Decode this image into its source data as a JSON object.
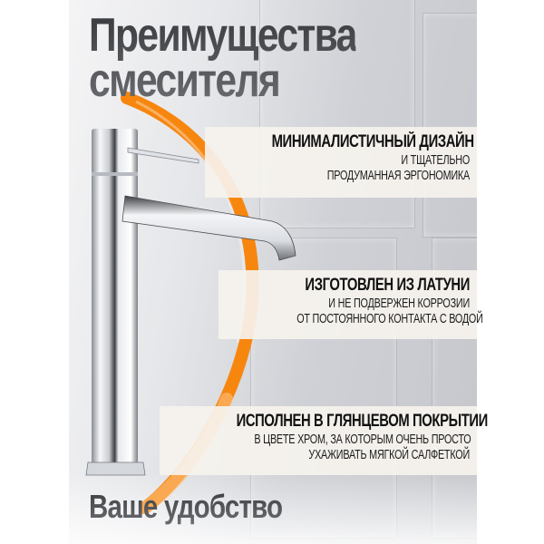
{
  "title": {
    "line1": "Преимущества",
    "line2": "смесителя"
  },
  "features": [
    {
      "heading": "МИНИМАЛИСТИЧНЫЙ ДИЗАЙН",
      "line1": "И ТЩАТЕЛЬНО",
      "line2": "ПРОДУМАННАЯ ЭРГОНОМИКА"
    },
    {
      "heading": "ИЗГОТОВЛЕН ИЗ ЛАТУНИ",
      "line1": "И НЕ ПОДВЕРЖЕН КОРРОЗИИ",
      "line2": "ОТ ПОСТОЯННОГО КОНТАКТА С ВОДОЙ"
    },
    {
      "heading": "ИСПОЛНЕН В ГЛЯНЦЕВОМ ПОКРЫТИИ",
      "line1": "В ЦВЕТЕ ХРОМ, ЗА КОТОРЫМ ОЧЕНЬ ПРОСТО",
      "line2": "УХАЖИВАТЬ МЯГКОЙ САЛФЕТКОЙ"
    }
  ],
  "footer": {
    "tagline": "Ваше удобство"
  },
  "colors": {
    "accent_orange": "#f7860f",
    "title_gray": "#4a4b4f",
    "band_bg": "#f6f3ee",
    "text_dark": "#111111"
  },
  "image": {
    "subject": "chrome-tall-basin-faucet-icon"
  }
}
